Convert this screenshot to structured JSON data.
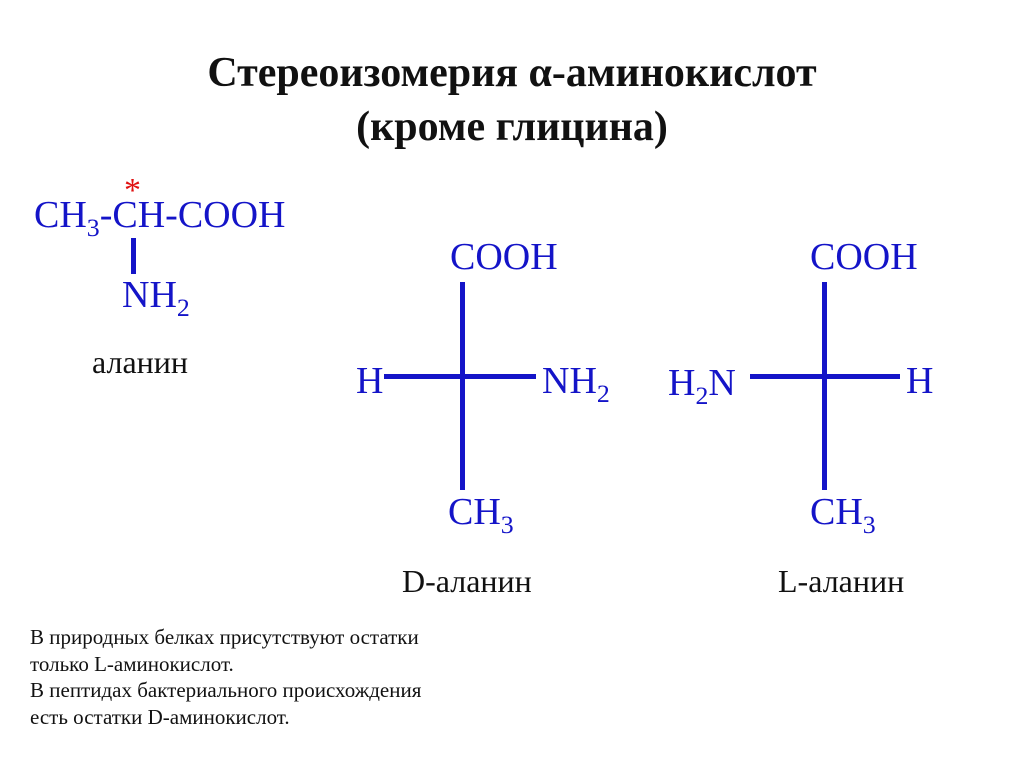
{
  "slide": {
    "title_line1": "Стереоизомерия α-аминокислот",
    "title_line2": "(кроме глицина)"
  },
  "alanine": {
    "ch3_main": "CH",
    "ch3_sub": "3",
    "dash": "-",
    "chiral_mark": "*",
    "ch_cooh": "CH-COOH",
    "nh2_main": "NH",
    "nh2_sub": "2",
    "name": "аланин"
  },
  "d_alanine": {
    "top": "COOH",
    "left": "H",
    "right_main": "NH",
    "right_sub": "2",
    "bottom_main": "CH",
    "bottom_sub": "3",
    "name": "D-аланин"
  },
  "l_alanine": {
    "top": "COOH",
    "left_h": "H",
    "left_sub": "2",
    "left_n": "N",
    "right": "H",
    "bottom_main": "CH",
    "bottom_sub": "3",
    "name": "L-аланин"
  },
  "note": {
    "line1": "В природных белках присутствуют остатки",
    "line2": "только L-аминокислот.",
    "line3": "В пептидах бактериального происхождения",
    "line4": "есть остатки D-аминокислот."
  },
  "colors": {
    "formula": "#1414c8",
    "chiral_mark": "#e01010",
    "text": "#111111"
  }
}
